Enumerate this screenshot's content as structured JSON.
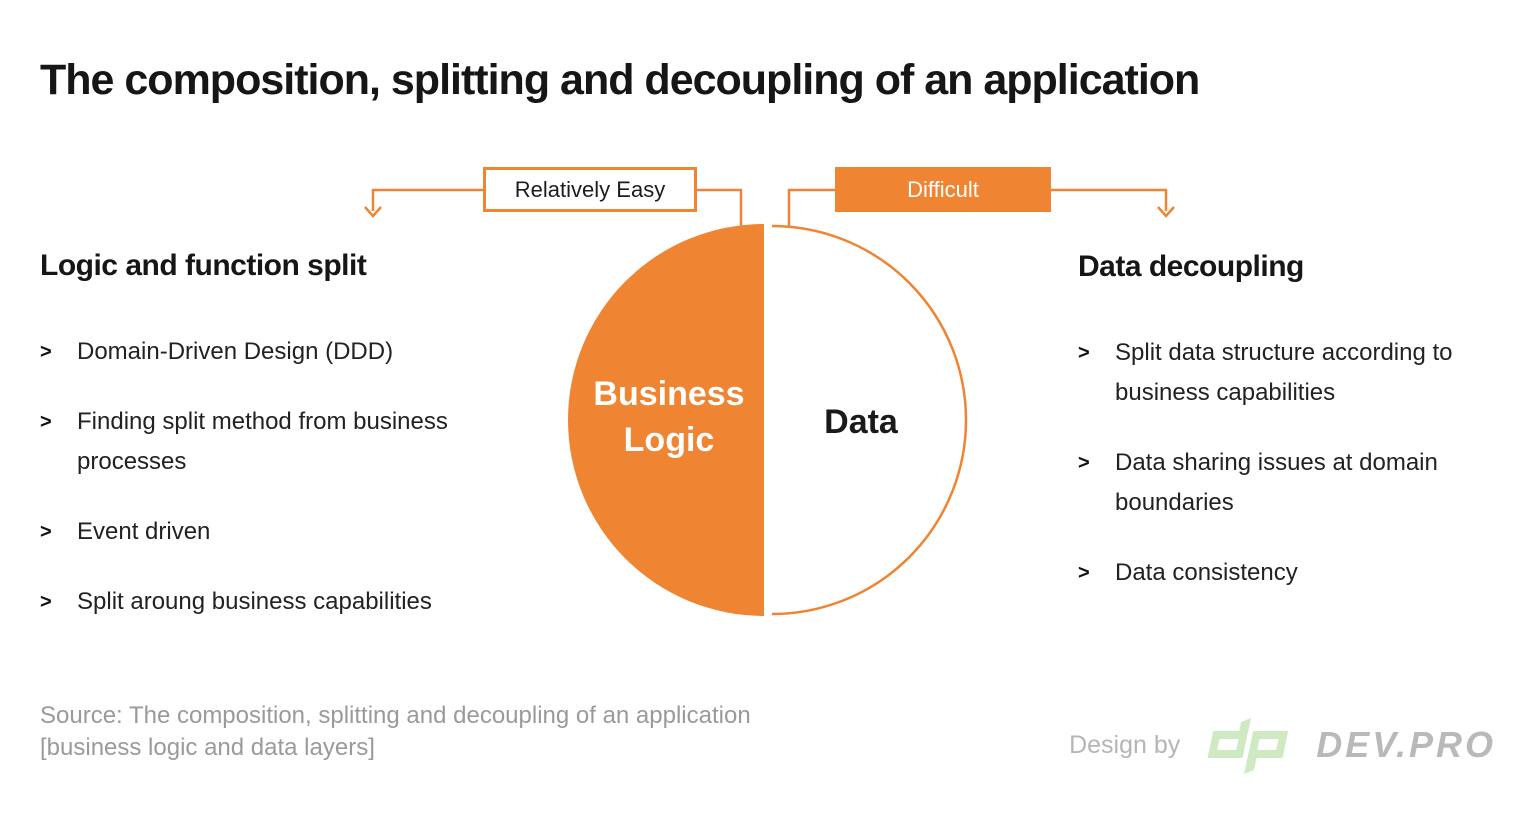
{
  "title": "The composition, splitting and decoupling of an application",
  "labels": {
    "easy": "Relatively Easy",
    "difficult": "Difficult"
  },
  "diagram": {
    "left_half_label": "Business Logic",
    "right_half_label": "Data"
  },
  "left_panel": {
    "heading": "Logic and function split",
    "items": [
      {
        "marker": ">",
        "text": "Domain-Driven Design (DDD)"
      },
      {
        "marker": ">",
        "text": "Finding split method from business processes"
      },
      {
        "marker": ">",
        "text": "Event driven"
      },
      {
        "marker": ">",
        "text": "Split aroung business capabilities"
      }
    ]
  },
  "right_panel": {
    "heading": "Data decoupling",
    "items": [
      {
        "marker": ">",
        "text": "Split data structure according to business capabilities"
      },
      {
        "marker": ">",
        "text": "Data sharing issues at domain boundaries"
      },
      {
        "marker": ">",
        "text": "Data consistency"
      }
    ]
  },
  "footer": {
    "source_line1": "Source: The composition, splitting and decoupling of an application",
    "source_line2": "[business logic and data layers]",
    "design_by": "Design by",
    "brand": "DEV.PRO"
  },
  "colors": {
    "accent_orange": "#EF8432",
    "logo_green": "#cfe9c2",
    "muted_gray": "#9a9a9a"
  }
}
